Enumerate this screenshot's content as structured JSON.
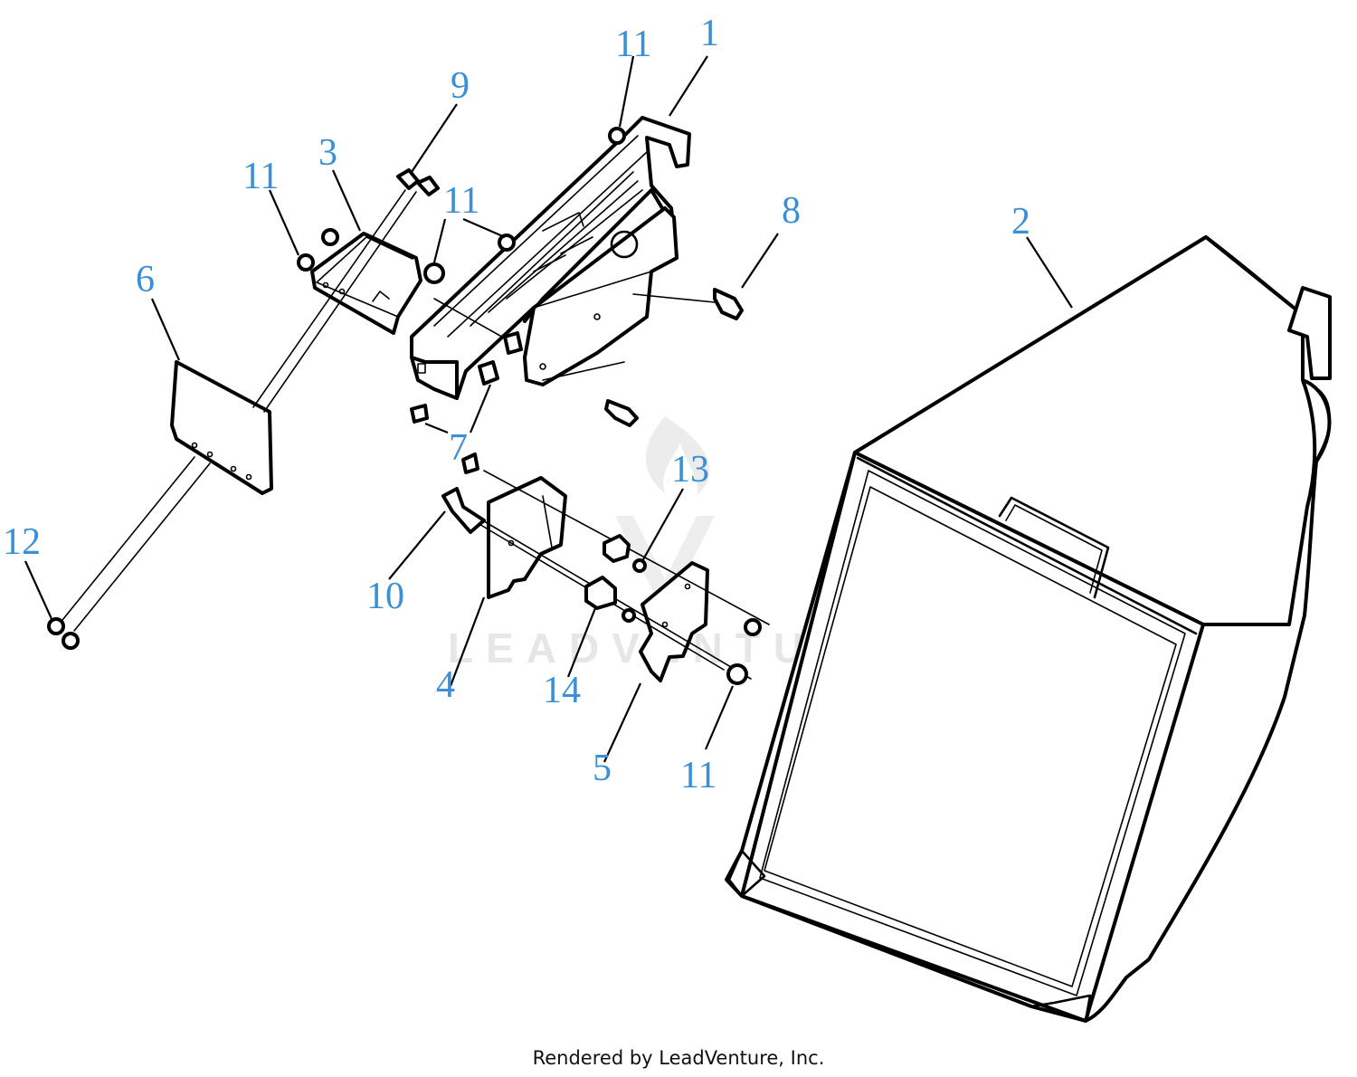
{
  "colors": {
    "callout": "#3a8fd6",
    "line": "#000000",
    "watermark": "#e6e6e6"
  },
  "watermark": {
    "icon": "flame-logo-icon",
    "text": "LEADVENTURE"
  },
  "credit": "Rendered by LeadVenture, Inc.",
  "callouts": [
    {
      "id": "c1",
      "label": "1"
    },
    {
      "id": "c2",
      "label": "2"
    },
    {
      "id": "c3",
      "label": "3"
    },
    {
      "id": "c4",
      "label": "4"
    },
    {
      "id": "c5",
      "label": "5"
    },
    {
      "id": "c6",
      "label": "6"
    },
    {
      "id": "c7",
      "label": "7"
    },
    {
      "id": "c8",
      "label": "8"
    },
    {
      "id": "c9",
      "label": "9"
    },
    {
      "id": "c10",
      "label": "10"
    },
    {
      "id": "c11a",
      "label": "11"
    },
    {
      "id": "c11b",
      "label": "11"
    },
    {
      "id": "c11c",
      "label": "11"
    },
    {
      "id": "c11d",
      "label": "11"
    },
    {
      "id": "c12",
      "label": "12"
    },
    {
      "id": "c13",
      "label": "13"
    },
    {
      "id": "c14",
      "label": "14"
    }
  ]
}
